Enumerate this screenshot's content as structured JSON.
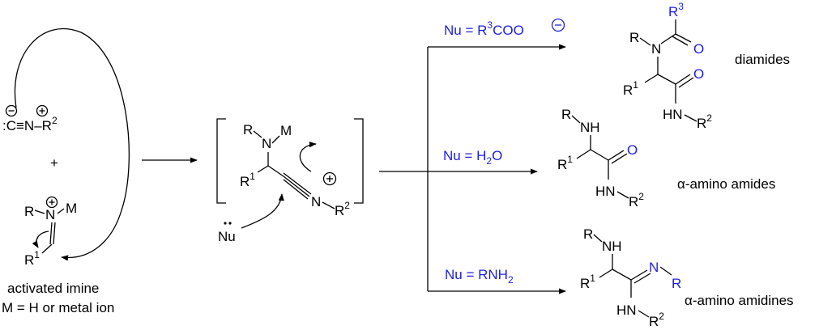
{
  "colors": {
    "accent": "#1f1fe0",
    "ink": "#000000"
  },
  "isocyanide": {
    "prefix": ":C",
    "triple": "≡",
    "n": "N",
    "dash": "–",
    "r": "R",
    "r_sup": "2"
  },
  "plus": "+",
  "imine": {
    "r": "R",
    "n": "N",
    "m": "M",
    "r1": "R",
    "r1_sup": "1",
    "caption_line1": "activated imine",
    "caption_line2": "M = H or metal ion"
  },
  "intermediate": {
    "r": "R",
    "n": "N",
    "m": "M",
    "r1": "R",
    "r1_sup": "1",
    "n2": "N",
    "r2": "R",
    "r2_sup": "2",
    "nucleophile": "Nu"
  },
  "conditions": [
    {
      "label_main": "Nu = R",
      "label_sup": "3",
      "label_rest": "COO"
    },
    {
      "label_main": "Nu = H",
      "label_sub": "2",
      "label_rest": "O"
    },
    {
      "label_main": "Nu = RNH",
      "label_sub": "2"
    }
  ],
  "products": [
    {
      "name": "diamides"
    },
    {
      "name": "α-amino amides"
    },
    {
      "name": "α-amino amidines"
    }
  ],
  "atoms": {
    "R": "R",
    "NH": "NH",
    "HN": "HN",
    "O": "O",
    "N": "N",
    "sup1": "1",
    "sup2": "2",
    "sup3": "3"
  }
}
